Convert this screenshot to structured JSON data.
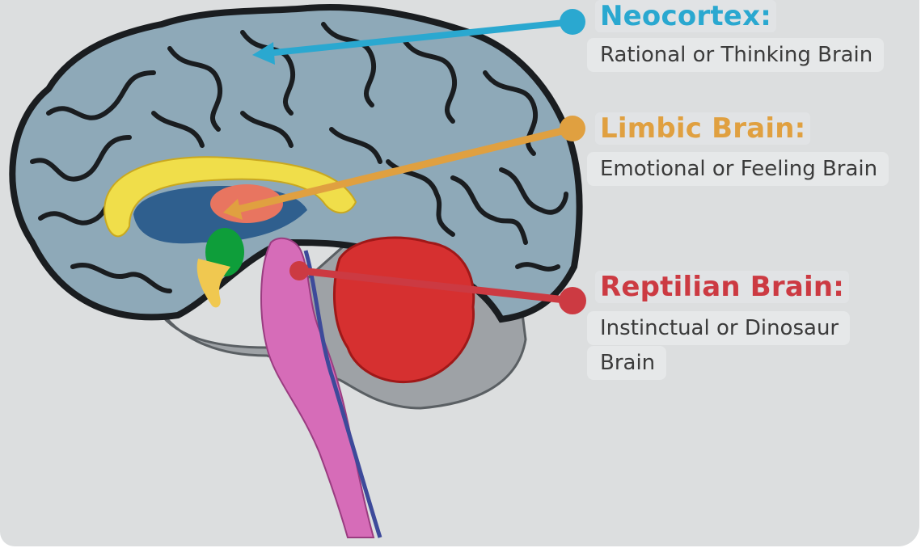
{
  "labels": {
    "neocortex": {
      "title": "Neocortex:",
      "description": "Rational or Thinking Brain",
      "color": "#2aa8d0"
    },
    "limbic": {
      "title": "Limbic Brain:",
      "description": "Emotional or Feeling Brain",
      "color": "#e0a040"
    },
    "reptilian": {
      "title": "Reptilian Brain:",
      "description_line1": "Instinctual or Dinosaur",
      "description_line2": "Brain",
      "color": "#cc3a42"
    }
  },
  "colors": {
    "background": "#dcdedf",
    "cortex": "#8ea9b8",
    "cortex_outline": "#1a1d20",
    "corpus_callosum": "#f0de4a",
    "thalamus": "#e87560",
    "ventricle": "#2f5f8e",
    "amygdala": "#0e9e3a",
    "brainstem": "#d66cb8",
    "cerebellum": "#d63030",
    "cerebellum_base": "#9ea2a6"
  }
}
